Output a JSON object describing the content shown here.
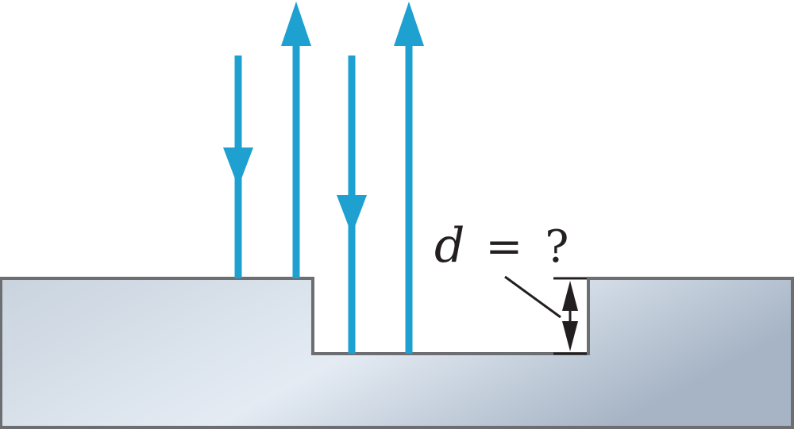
{
  "diagram": {
    "label": {
      "variable": "d",
      "equals": "=",
      "unknown": "?"
    },
    "colors": {
      "ray": "#1ea0d0",
      "outline": "#6d6e71",
      "surface_light": "#e4ebf3",
      "surface_mid": "#c9d3de",
      "surface_dark": "#a6b4c5",
      "dimension": "#231f20",
      "background": "#ffffff"
    },
    "rays": [
      {
        "name": "incident-ray-1",
        "direction": "down"
      },
      {
        "name": "reflected-ray-1",
        "direction": "up"
      },
      {
        "name": "incident-ray-2",
        "direction": "down"
      },
      {
        "name": "reflected-ray-2",
        "direction": "up"
      }
    ]
  }
}
